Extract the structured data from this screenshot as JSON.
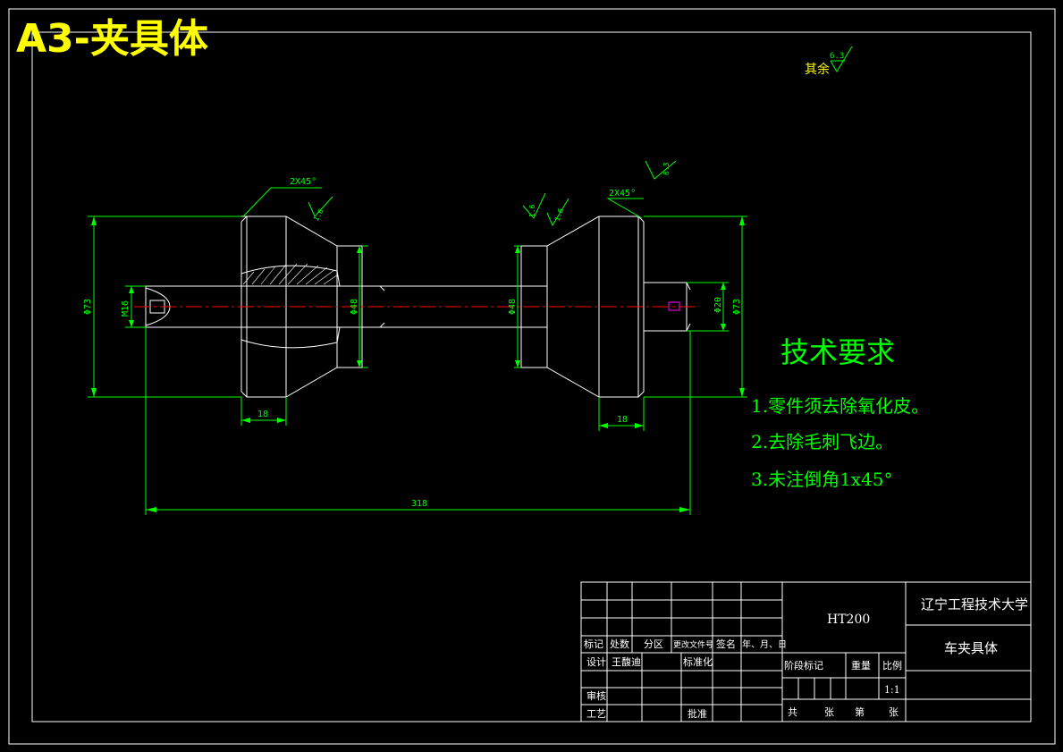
{
  "header": {
    "title": "A3-夹具体"
  },
  "surface_finish": {
    "general_prefix": "其余",
    "general_value": "6.3",
    "face_value": "6.3",
    "left_value": "1.6",
    "mid_value_a": "1.6",
    "mid_value_b": "1.6"
  },
  "dimensions": {
    "chamfer_left": "2X45°",
    "chamfer_right": "2X45°",
    "dia_left_outer": "Φ73",
    "thread_left": "M16",
    "dia_left_inner": "Φ48",
    "dia_right_inner": "Φ48",
    "dia_right_small": "Φ20",
    "dia_right_outer": "Φ73",
    "width_left": "18",
    "width_right": "18",
    "overall_length": "318"
  },
  "technical_requirements": {
    "title": "技术要求",
    "items": [
      "1.零件须去除氧化皮。",
      "2.去除毛刺飞边。",
      "3.未注倒角1x45°"
    ]
  },
  "title_block": {
    "material": "HT200",
    "school": "辽宁工程技术大学",
    "part_name": "车夹具体",
    "row_mark": [
      "标记",
      "处数",
      "分区",
      "更改文件号",
      "签名",
      "年、月、日"
    ],
    "design_label": "设计",
    "designer": "王馥迪",
    "standard_label": "标准化",
    "stage_label": "阶段标记",
    "weight_label": "重量",
    "scale_label": "比例",
    "scale_value": "1:1",
    "review_label": "审核",
    "process_label": "工艺",
    "approve_label": "批准",
    "sheets": [
      "共",
      "张",
      "第",
      "张"
    ]
  }
}
